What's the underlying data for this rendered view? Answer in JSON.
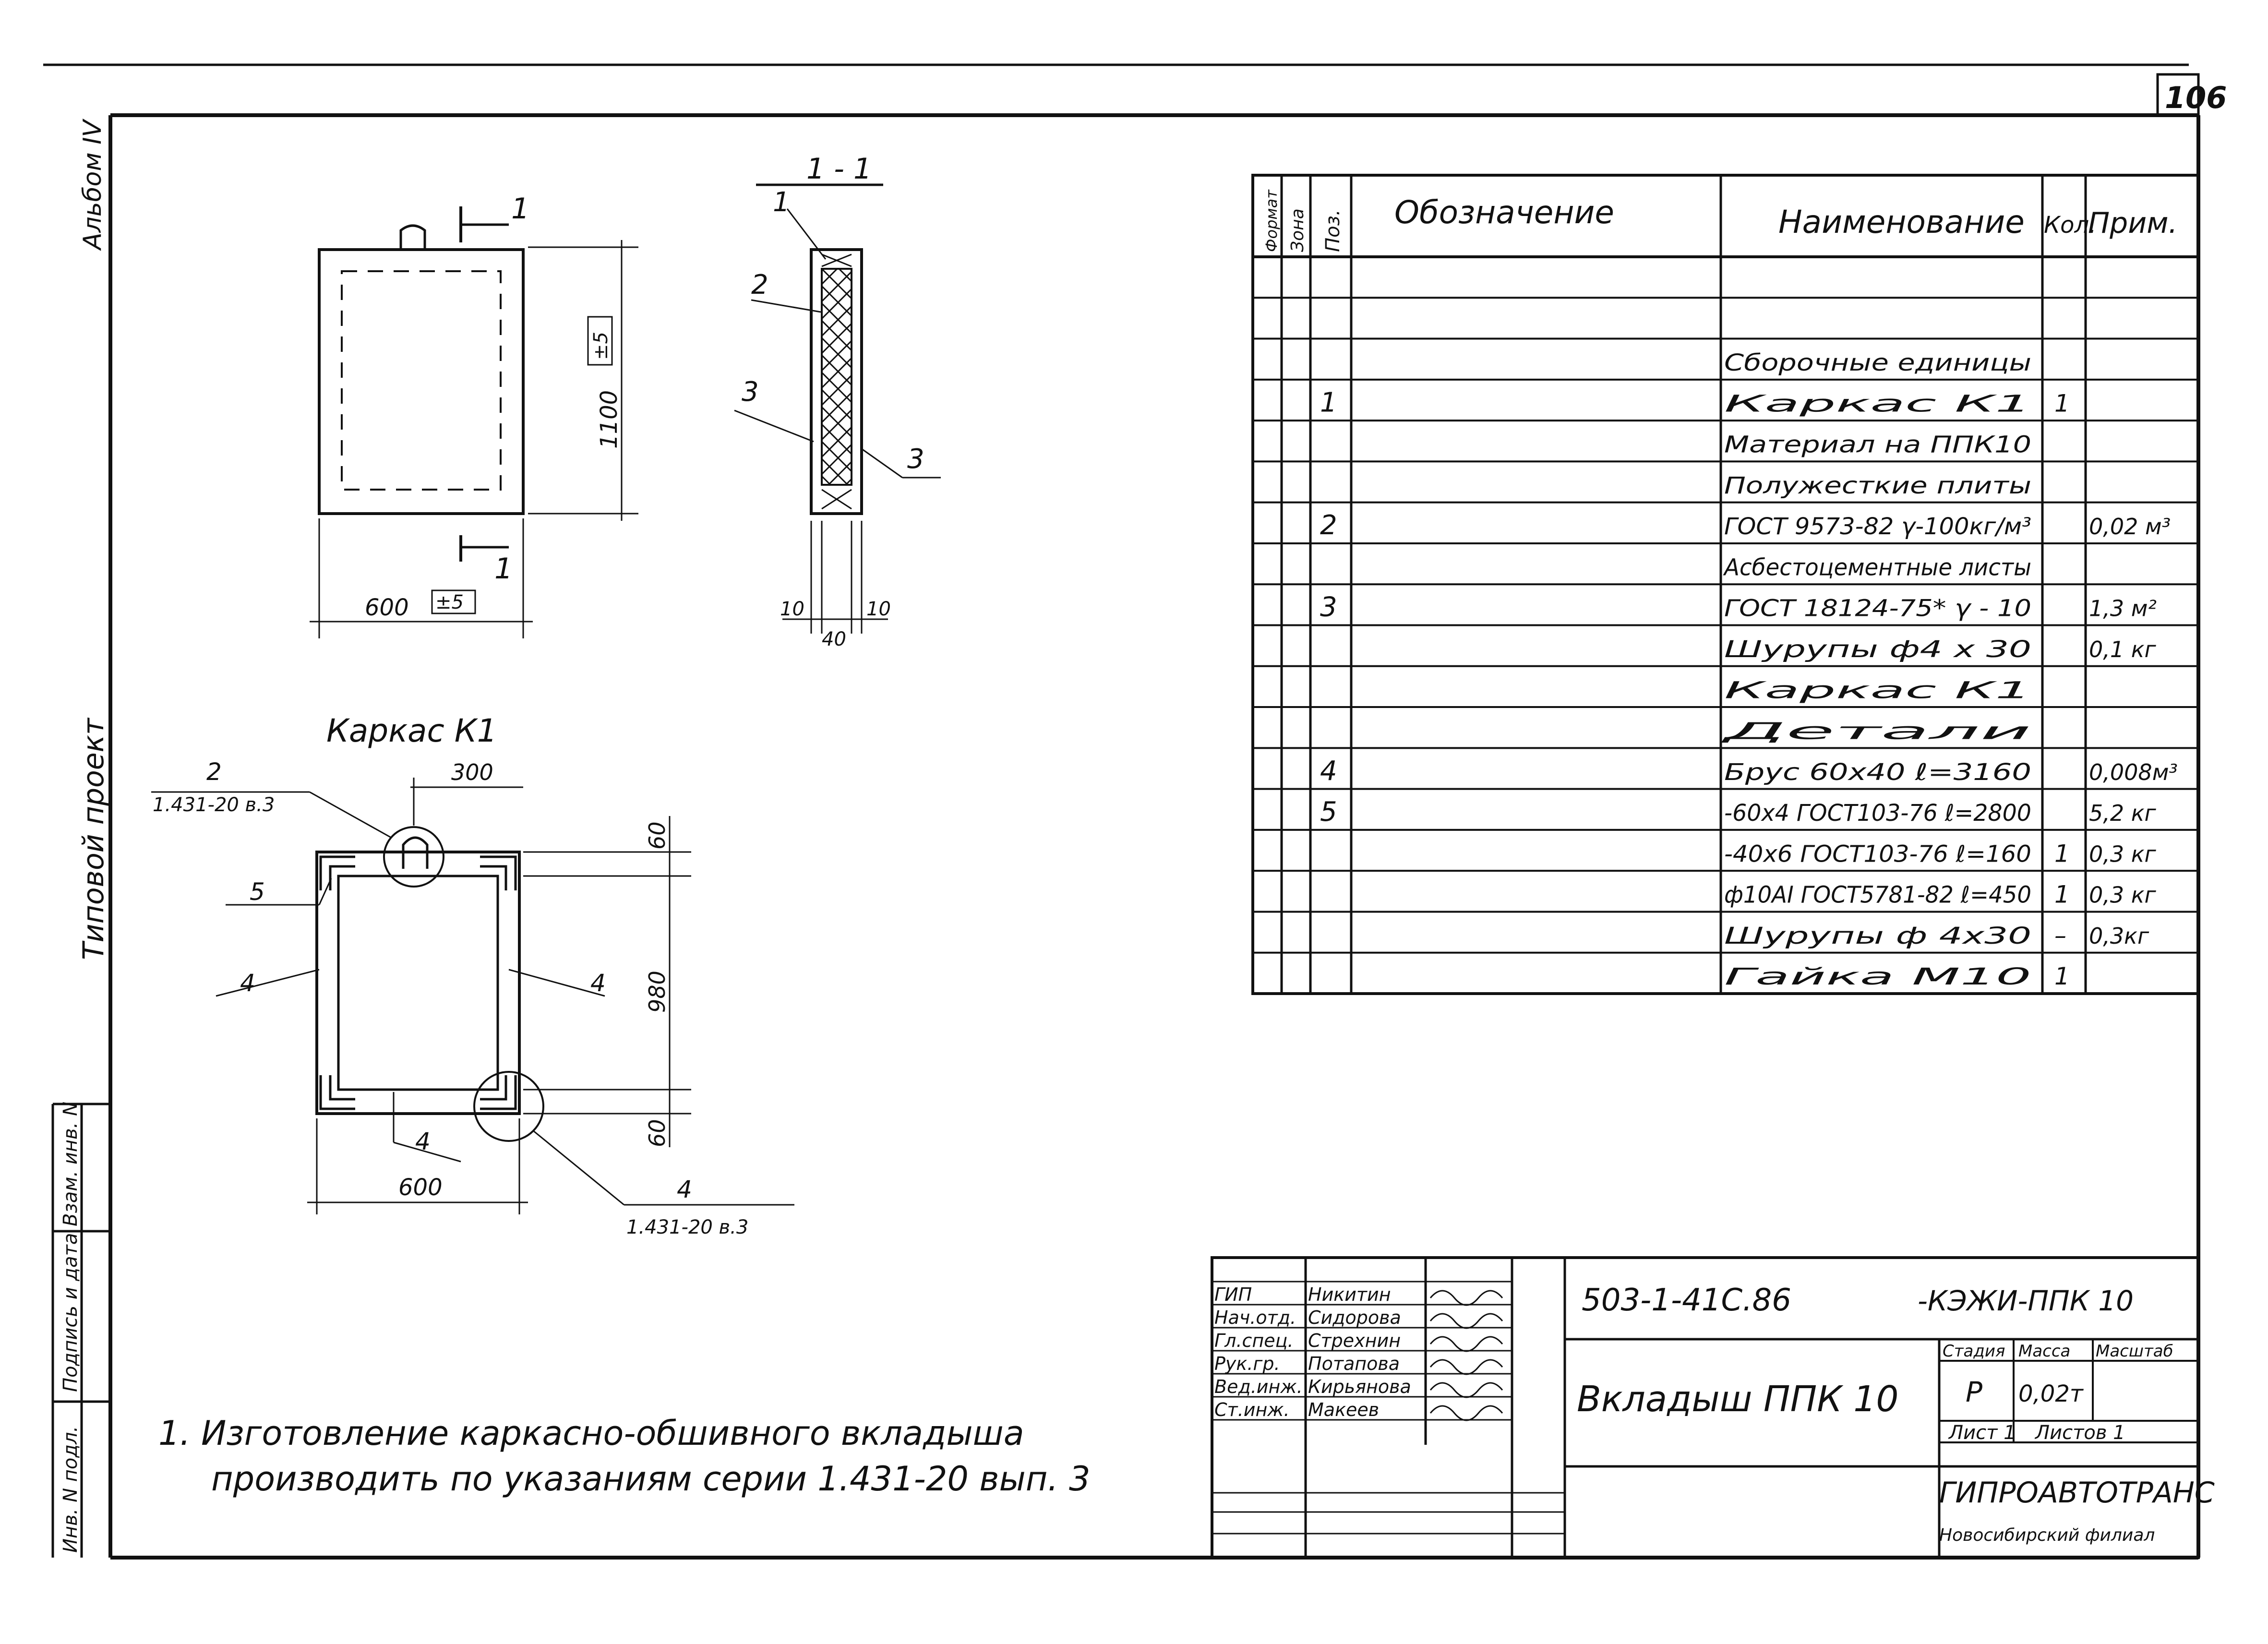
{
  "sheet": {
    "page_number": "106",
    "margin_album": "Альбом IV",
    "margin_project": "Типовой проект",
    "margin_cells": [
      "Инв. N подл.",
      "Подпись и дата",
      "Взам. инв. N"
    ]
  },
  "section_view": {
    "section_mark": "1",
    "dim_height": "1100",
    "tol_height": "±5",
    "dim_width": "600",
    "tol_width": "±5"
  },
  "section_detail": {
    "title": "1 - 1",
    "callouts": [
      "1",
      "2",
      "3",
      "3"
    ],
    "dim_left": "10",
    "dim_right": "10",
    "dim_total": "40"
  },
  "frame_view": {
    "title": "Каркас  К1",
    "dim_top": "300",
    "dim_right_top": "60",
    "dim_right_mid": "980",
    "dim_right_bottom": "60",
    "dim_bottom": "600",
    "callout_2": "2",
    "callout_2_ref": "1.431-20 в.3",
    "callout_4_ref_num": "4",
    "callout_4_ref": "1.431-20  в.3",
    "callout_5": "5",
    "callout_4_left": "4",
    "callout_4_right": "4",
    "callout_4_bottom": "4"
  },
  "spec_table": {
    "headers": {
      "format": "Формат",
      "zone": "Зона",
      "pos": "Поз.",
      "designation": "Обозначение",
      "name": "Наименование",
      "qty": "Кол.",
      "note": "Прим."
    },
    "rows": [
      {
        "pos": "",
        "name": "",
        "qty": "",
        "note": ""
      },
      {
        "pos": "",
        "name": "",
        "qty": "",
        "note": ""
      },
      {
        "pos": "",
        "name": "Сборочные единицы",
        "qty": "",
        "note": ""
      },
      {
        "pos": "1",
        "name": "Каркас    К1",
        "qty": "1",
        "note": ""
      },
      {
        "pos": "",
        "name": "Материал на ППК10",
        "qty": "",
        "note": ""
      },
      {
        "pos": "",
        "name": "Полужесткие плиты",
        "qty": "",
        "note": ""
      },
      {
        "pos": "2",
        "name": "ГОСТ 9573-82 γ-100кг/м³",
        "qty": "",
        "note": "0,02 м³"
      },
      {
        "pos": "",
        "name": "Асбестоцементные листы",
        "qty": "",
        "note": ""
      },
      {
        "pos": "3",
        "name": "ГОСТ 18124-75*  γ - 10",
        "qty": "",
        "note": "1,3 м²"
      },
      {
        "pos": "",
        "name": "Шурупы    ф4 х 30",
        "qty": "",
        "note": "0,1 кг"
      },
      {
        "pos": "",
        "name": "Каркас  К1",
        "qty": "",
        "note": ""
      },
      {
        "pos": "",
        "name": "Детали",
        "qty": "",
        "note": ""
      },
      {
        "pos": "4",
        "name": "Брус 60х40   ℓ=3160",
        "qty": "",
        "note": "0,008м³"
      },
      {
        "pos": "5",
        "name": "-60х4 ГОСТ103-76 ℓ=2800",
        "qty": "",
        "note": "5,2 кг"
      },
      {
        "pos": "",
        "name": "-40х6 ГОСТ103-76  ℓ=160",
        "qty": "1",
        "note": "0,3 кг"
      },
      {
        "pos": "",
        "name": "ф10АI ГОСТ5781-82 ℓ=450",
        "qty": "1",
        "note": "0,3 кг"
      },
      {
        "pos": "",
        "name": "Шурупы ф 4х30",
        "qty": "–",
        "note": "0,3кг"
      },
      {
        "pos": "",
        "name": "Гайка   М10",
        "qty": "1",
        "note": ""
      }
    ]
  },
  "title_block": {
    "code": "503-1-41С.86",
    "code_suffix": "-КЭЖИ-ППК 10",
    "title": "Вкладыш    ППК 10",
    "stage_label": "Стадия",
    "mass_label": "Масса",
    "scale_label": "Масштаб",
    "stage": "Р",
    "mass": "0,02т",
    "scale": "",
    "sheet_label": "Лист 1",
    "sheets_label": "Листов 1",
    "org": "ГИПРОАВТОТРАНС",
    "branch": "Новосибирский филиал",
    "signatures": [
      {
        "role": "ГИП",
        "name": "Никитин"
      },
      {
        "role": "Нач.отд.",
        "name": "Сидорова"
      },
      {
        "role": "Гл.спец.",
        "name": "Стрехнин"
      },
      {
        "role": "Рук.гр.",
        "name": "Потапова"
      },
      {
        "role": "Вед.инж.",
        "name": "Кирьянова"
      },
      {
        "role": "Ст.инж.",
        "name": "Макеев"
      }
    ]
  },
  "notes": {
    "line1": "1. Изготовление  каркасно-обшивного  вкладыша",
    "line2": "производить   по   указаниям   серии  1.431-20  вып. 3"
  }
}
